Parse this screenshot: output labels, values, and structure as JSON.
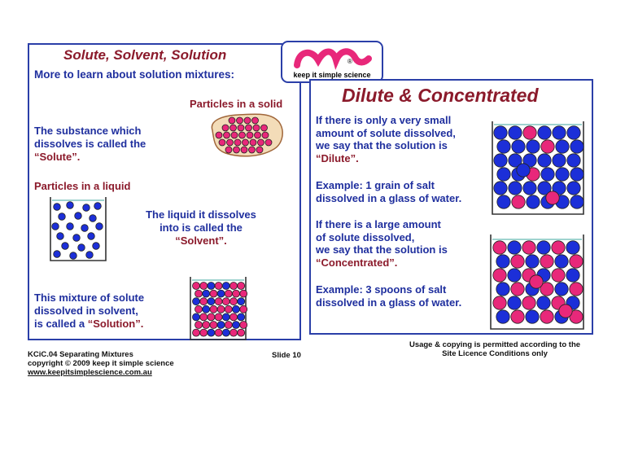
{
  "left_panel": {
    "title": "Solute, Solvent, Solution",
    "subtitle": "More to learn about solution mixtures:",
    "solid_label": "Particles in a solid",
    "solute_line1": "The substance which",
    "solute_line2": "dissolves is called the",
    "solute_term": "“Solute”.",
    "liquid_label": "Particles in a liquid",
    "solvent_line1": "The liquid it dissolves",
    "solvent_line2": "into is called the",
    "solvent_term": "“Solvent”.",
    "solution_line1": "This mixture of solute",
    "solution_line2": "dissolved in solvent,",
    "solution_line3a": "is called a ",
    "solution_term": "“Solution”."
  },
  "logo": {
    "text": "keep it simple science",
    "mark": "®"
  },
  "right_panel": {
    "title": "Dilute & Concentrated",
    "dilute_line1": "If there is only a very small",
    "dilute_line2": "amount of solute dissolved,",
    "dilute_line3": "we say that the solution is",
    "dilute_term": "“Dilute”.",
    "example1_line1": "Example: 1 grain of salt",
    "example1_line2": "dissolved in a glass of water.",
    "conc_line1": "If there is a large amount",
    "conc_line2": "of solute dissolved,",
    "conc_line3": "we say that the solution is",
    "conc_term": "“Concentrated”.",
    "example2_line1": "Example: 3 spoons of salt",
    "example2_line2": "dissolved in a glass of water."
  },
  "footer": {
    "course": "KCiC.04 Separating Mixtures",
    "copyright": "copyright © 2009    keep it simple science",
    "website": "www.keepitsimplescience.com.au",
    "slide": "Slide 10",
    "usage_line1": "Usage & copying is permitted according to the",
    "usage_line2": "Site Licence Conditions only"
  },
  "colors": {
    "panel_border": "#2b3fa8",
    "text_blue": "#1f2f9e",
    "text_maroon": "#8b1a2b",
    "particle_blue": "#1c2fd8",
    "particle_pink": "#e8287a",
    "solid_fill": "#f3dcb8",
    "water_line": "#9fd3cf"
  },
  "particle_counts": {
    "liquid_beaker": 20,
    "solution_beaker_blue": 26,
    "solution_beaker_pink": 26,
    "dilute_beaker_blue": 34,
    "dilute_beaker_pink": 4,
    "concentrated_beaker_blue": 18,
    "concentrated_beaker_pink": 20
  }
}
